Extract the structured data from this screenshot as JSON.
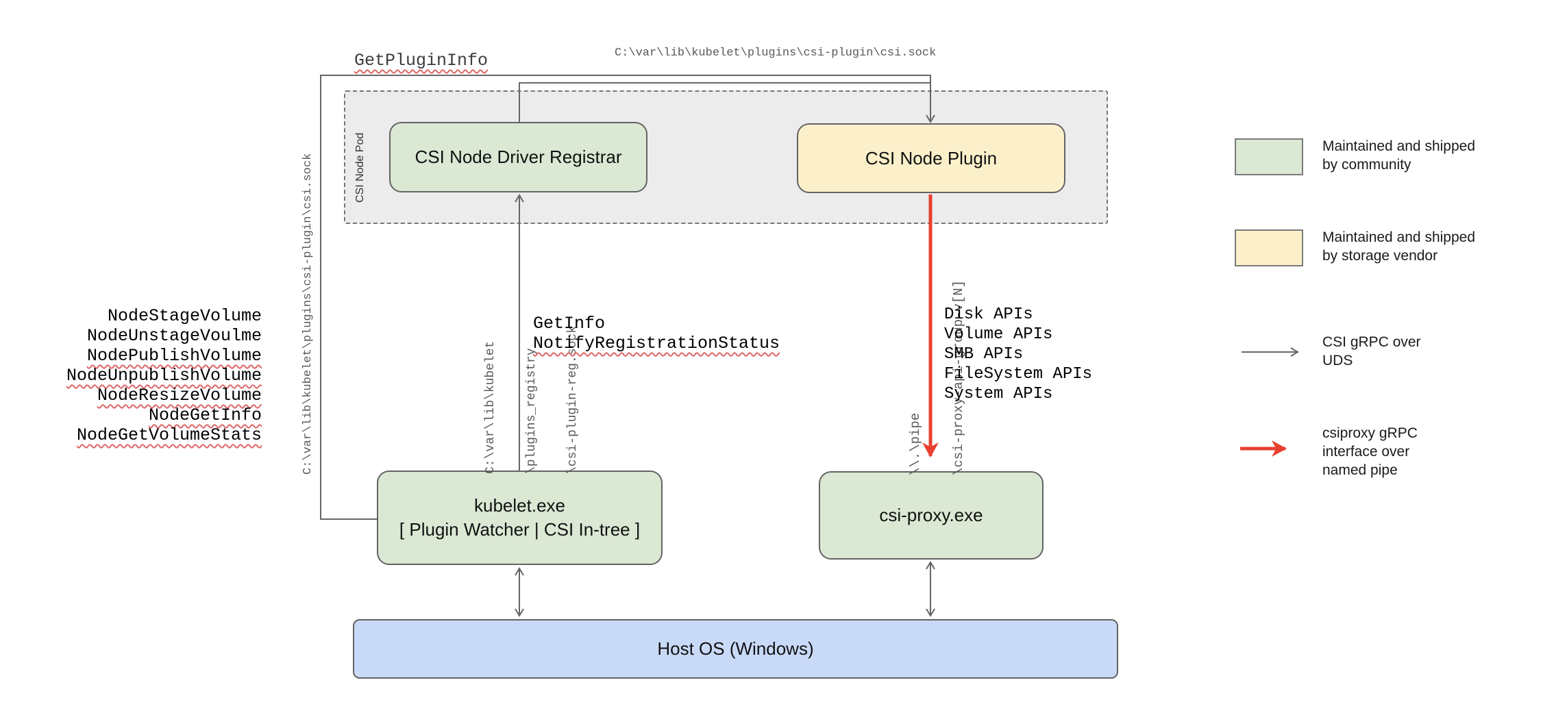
{
  "diagram": {
    "title_labels": {
      "get_plugin_info": "GetPluginInfo",
      "csi_sock_path_top": "C:\\var\\lib\\kubelet\\plugins\\csi-plugin\\csi.sock"
    },
    "pod": {
      "label": "CSI Node Pod"
    },
    "nodes": {
      "registrar": "CSI Node Driver Registrar",
      "plugin": "CSI Node Plugin",
      "kubelet_line1": "kubelet.exe",
      "kubelet_line2": "[ Plugin Watcher | CSI In-tree ]",
      "csi_proxy": "csi-proxy.exe",
      "host_os": "Host OS (Windows)"
    },
    "kubelet_socket_path_vertical": "C:\\var\\lib\\kubelet\\plugins\\csi-plugin\\csi.sock",
    "node_apis": [
      "NodeStageVolume",
      "NodeUnstageVoulme",
      "NodePublishVolume",
      "NodeUnpublishVolume",
      "NodeResizeVolume",
      "NodeGetInfo",
      "NodeGetVolumeStats"
    ],
    "registry_path_lines": [
      "C:\\var\\lib\\kubelet",
      "\\plugins_registry",
      "\\csi-plugin-reg.sock"
    ],
    "registrar_calls": [
      "GetInfo",
      "NotifyRegistrationStatus"
    ],
    "pipe_path_lines": [
      "\\\\.\\pipe",
      "\\csi-proxy-api-group-v[N]"
    ],
    "proxy_apis": [
      "Disk APIs",
      "Volume APIs",
      "SMB APIs",
      "FileSystem APIs",
      "System APIs"
    ],
    "legend": [
      {
        "swatch": "#dbe8d4",
        "lines": [
          "Maintained and shipped",
          "by community"
        ]
      },
      {
        "swatch": "#fbf0ca",
        "lines": [
          "Maintained and shipped",
          "by storage vendor"
        ]
      },
      {
        "arrow": "#666666",
        "lines": [
          "CSI gRPC over",
          "UDS"
        ]
      },
      {
        "arrow": "#e8402f",
        "lines": [
          "csiproxy gRPC",
          "interface over",
          "named pipe"
        ]
      }
    ],
    "colors": {
      "community_green": "#dbe8d4",
      "vendor_yellow": "#fbf0ca",
      "host_blue": "#c9daf8",
      "pod_gray": "#ececec",
      "uds_arrow_gray": "#666666",
      "pipe_arrow_red": "#e8402f",
      "spellcheck_red": "#e06666"
    }
  }
}
